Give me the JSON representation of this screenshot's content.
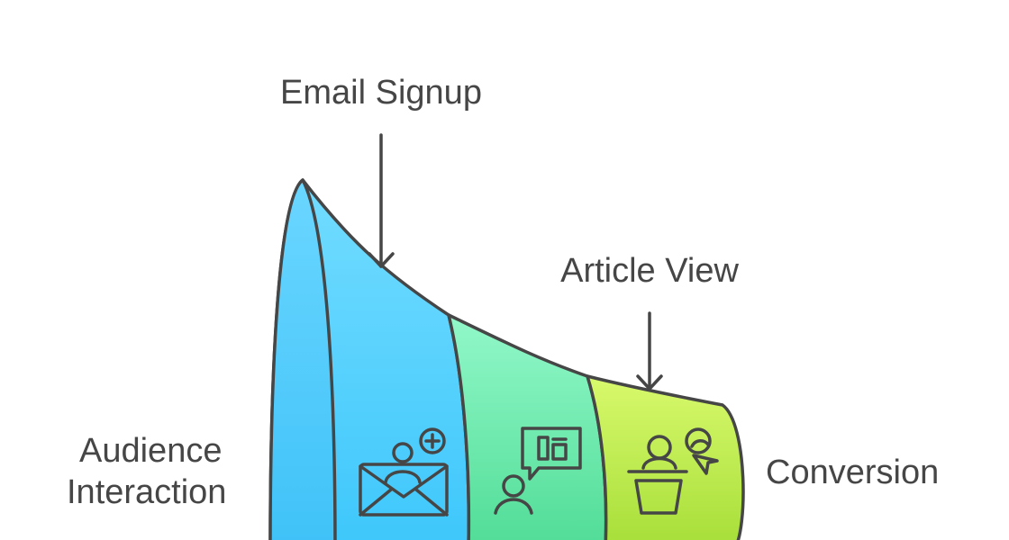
{
  "diagram": {
    "type": "funnel",
    "stages": [
      {
        "label": "Audience Interaction",
        "lines": [
          "Audience",
          "Interaction"
        ],
        "icon": "envelope-user-add-icon",
        "color_top": "#6fdcff",
        "color_bottom": "#3cc8fb"
      },
      {
        "label": "Email Signup",
        "icon": "person-chat-article-icon",
        "color_top": "#8ff7c8",
        "color_bottom": "#52dc97"
      },
      {
        "label": "Article View",
        "icon": "presenter-podium-click-icon",
        "color_top": "#d6f86a",
        "color_bottom": "#a8de3a"
      },
      {
        "label": "Conversion"
      }
    ],
    "outline_color": "#464646",
    "rim_color": "#50c4fa"
  }
}
